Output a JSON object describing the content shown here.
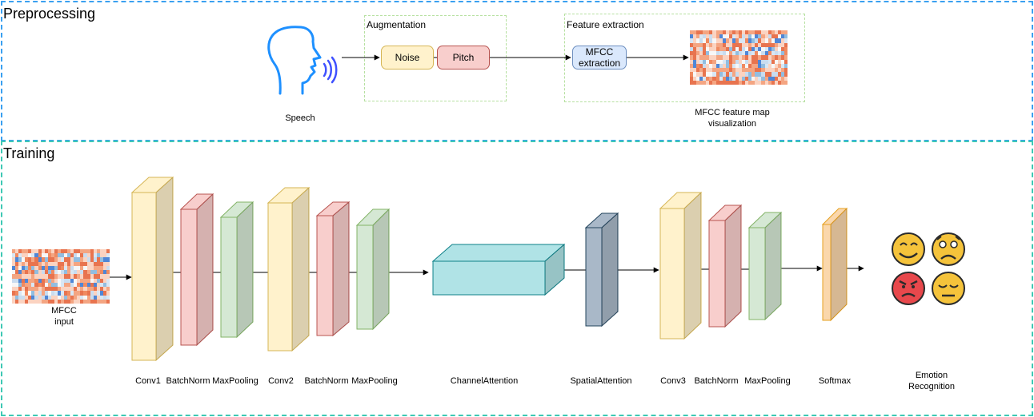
{
  "sections": {
    "preprocessing": "Preprocessing",
    "training": "Training"
  },
  "preprocessing": {
    "speech_label": "Speech",
    "augmentation": {
      "title": "Augmentation",
      "noise": "Noise",
      "pitch": "Pitch"
    },
    "feature_extraction": {
      "title": "Feature extraction",
      "mfcc_line1": "MFCC",
      "mfcc_line2": "extraction"
    },
    "feature_map_line1": "MFCC feature map",
    "feature_map_line2": "visualization"
  },
  "training": {
    "input_line1": "MFCC",
    "input_line2": "input",
    "layers": {
      "conv1": "Conv1",
      "bn1": "BatchNorm",
      "mp1": "MaxPooling",
      "conv2": "Conv2",
      "bn2": "BatchNorm",
      "mp2": "MaxPooling",
      "channel_attention": "ChannelAttention",
      "spatial_attention": "SpatialAttention",
      "conv3": "Conv3",
      "bn3": "BatchNorm",
      "mp3": "MaxPooling",
      "softmax": "Softmax"
    },
    "output_line1": "Emotion",
    "output_line2": "Recognition"
  },
  "colors": {
    "section_border_top": "#3aa0f0",
    "section_border_bottom": "#3ec8b4",
    "conv_fill": "#fff2cc",
    "conv_stroke": "#d6b656",
    "bn_fill": "#f8cecc",
    "bn_stroke": "#b85450",
    "mp_fill": "#d5e8d4",
    "mp_stroke": "#82b366",
    "channel_fill": "#b0e3e6",
    "channel_stroke": "#0e8088",
    "spatial_fill": "#a9b8c8",
    "spatial_stroke": "#23445d",
    "softmax_fill": "#fad7ac",
    "softmax_stroke": "#e6a020",
    "emoji_yellow": "#f5c33b",
    "emoji_red": "#e8484c"
  }
}
